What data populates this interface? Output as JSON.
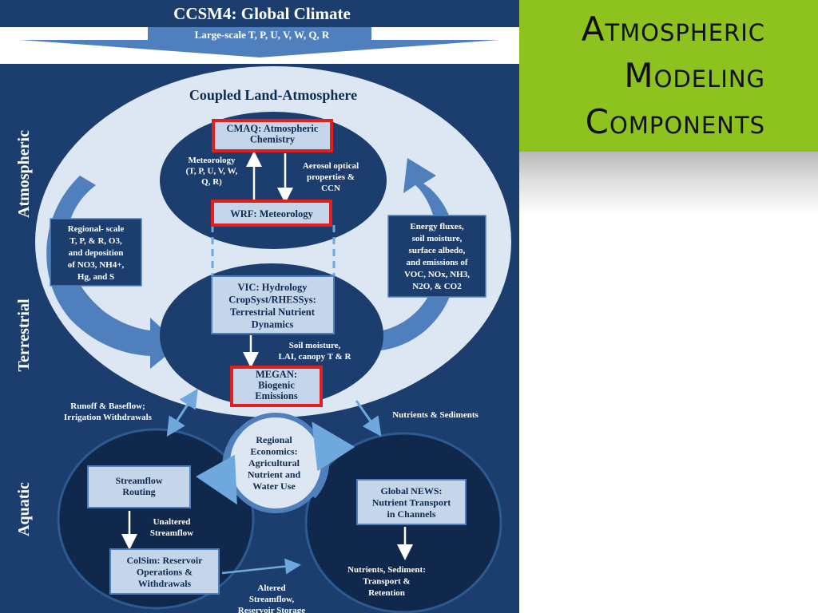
{
  "slide_title": {
    "line1": "Atmospheric",
    "line2": "Modeling",
    "line3": "Components"
  },
  "colors": {
    "green": "#8dc21f",
    "navy": "#1c3e6e",
    "highlight": "#e02020",
    "box": "#c5d6ea"
  },
  "diagram": {
    "top_bar_title": "CCSM4: Global Climate",
    "top_arrow_label": "Large-scale T, P, U, V, W, Q, R",
    "ellipse_title": "Coupled Land-Atmosphere",
    "side_labels": {
      "atmospheric": "Atmospheric",
      "terrestrial": "Terrestrial",
      "aquatic": "Aquatic"
    },
    "boxes": {
      "cmaq": [
        "CMAQ: Atmospheric",
        "Chemistry"
      ],
      "wrf": [
        "WRF: Meteorology"
      ],
      "vic": [
        "VIC: Hydrology",
        "CropSyst/RHESSys:",
        "Terrestrial Nutrient",
        "Dynamics"
      ],
      "megan": [
        "MEGAN:",
        "Biogenic",
        "Emissions"
      ],
      "regional_scale": [
        "Regional- scale",
        "T, P, & R, O3,",
        "and deposition",
        "of NO3, NH4+,",
        "Hg, and S"
      ],
      "energy_fluxes": [
        "Energy fluxes,",
        "soil moisture,",
        "surface albedo,",
        "and emissions of",
        "VOC, NOx, NH3,",
        "N2O, & CO2"
      ],
      "streamflow_routing": [
        "Streamflow",
        "Routing"
      ],
      "colsim": [
        "ColSim: Reservoir",
        "Operations &",
        "Withdrawals"
      ],
      "global_news": [
        "Global NEWS:",
        "Nutrient Transport",
        "in Channels"
      ]
    },
    "labels": {
      "meteorology": [
        "Meteorology",
        "(T, P, U, V, W,",
        "Q, R)"
      ],
      "aerosol": [
        "Aerosol optical",
        "properties &",
        "CCN"
      ],
      "soil_moisture": [
        "Soil moisture,",
        "LAI, canopy T & R"
      ],
      "runoff": [
        "Runoff & Baseflow;",
        "Irrigation Withdrawals"
      ],
      "nutrients_sediments": [
        "Nutrients & Sediments"
      ],
      "regional_econ": [
        "Regional",
        "Economics:",
        "Agricultural",
        "Nutrient and",
        "Water Use"
      ],
      "unaltered": [
        "Unaltered",
        "Streamflow"
      ],
      "altered": [
        "Altered",
        "Streamflow,",
        "Reservoir Storage"
      ],
      "nutrients_transport": [
        "Nutrients, Sediment:",
        "Transport &",
        "Retention"
      ]
    }
  }
}
